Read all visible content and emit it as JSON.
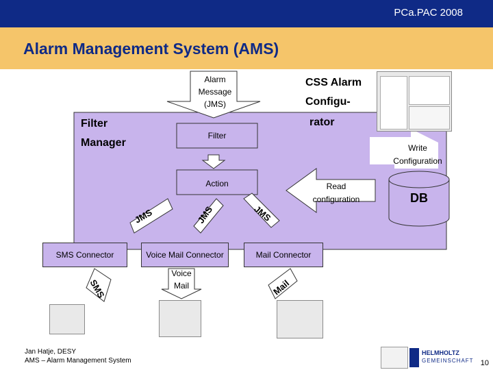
{
  "header": {
    "conference": "PCa.PAC 2008"
  },
  "title": "Alarm Management System (AMS)",
  "diagram": {
    "alarm_message": [
      "Alarm",
      "Message",
      "(JMS)"
    ],
    "filter_manager": [
      "Filter",
      "Manager"
    ],
    "filter_box": "Filter",
    "action_box": "Action",
    "css_configurator": [
      "CSS Alarm",
      "Configu-",
      "rator"
    ],
    "write_configuration": [
      "Write",
      "Configuration"
    ],
    "read_configuration": [
      "Read",
      "configuration"
    ],
    "db": "DB",
    "jms_left": "JMS",
    "jms_mid": "JMS",
    "jms_right": "JMS",
    "sms_connector": "SMS Connector",
    "voicemail_connector": "Voice Mail Connector",
    "mail_connector": "Mail Connector",
    "sms_arrow": "SMS",
    "voice_mail": [
      "Voice",
      "Mail"
    ],
    "mail_arrow": "Mail"
  },
  "footer": {
    "author": "Jan Hatje, DESY",
    "subtitle": "AMS – Alarm Management System",
    "logo_text": [
      "HELMHOLTZ",
      "GEMEINSCHAFT"
    ],
    "page": "10"
  },
  "colors": {
    "header_bg": "#0f2a86",
    "title_bar": "#f5c56a",
    "box_fill": "#c8b4ec",
    "title_text": "#0f2a86"
  }
}
